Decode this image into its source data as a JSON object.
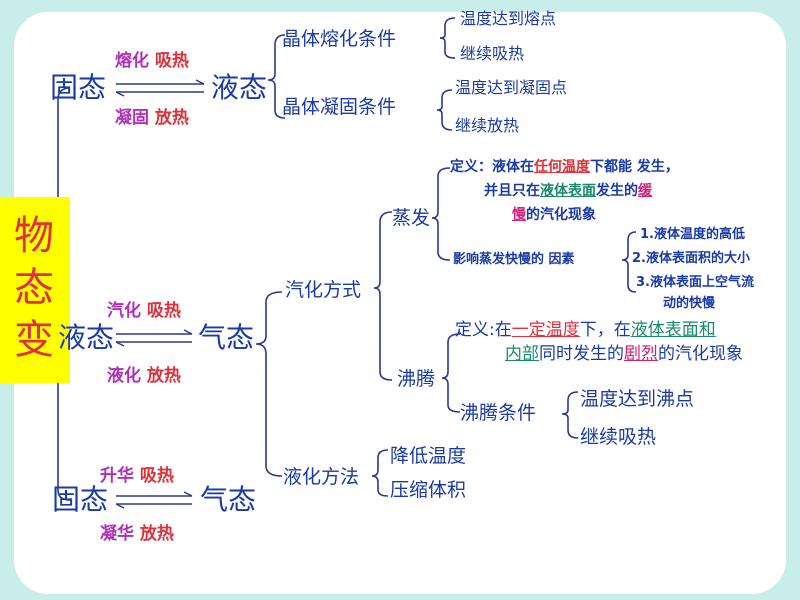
{
  "title": "物态变",
  "row1": {
    "left": "固态",
    "right": "液态",
    "top_process": "熔化",
    "top_effect": "吸热",
    "bottom_process": "凝固",
    "bottom_effect": "放热",
    "cond1_title": "晶体熔化条件",
    "cond1_items": [
      "温度达到熔点",
      "继续吸热"
    ],
    "cond2_title": "晶体凝固条件",
    "cond2_items": [
      "温度达到凝固点",
      "继续放热"
    ]
  },
  "row2": {
    "left": "液态",
    "right": "气态",
    "top_process": "汽化",
    "top_effect": "吸热",
    "bottom_process": "液化",
    "bottom_effect": "放热",
    "vaporization": {
      "label": "汽化方式",
      "evaporation": {
        "label": "蒸发",
        "def_prefix": "定义：液体在",
        "def_hl1": "任何温度",
        "def_mid1": "下都能 发生，",
        "def_line2_prefix": "并且只在",
        "def_hl2": "液体表面",
        "def_mid2": "发生的",
        "def_hl3a": "缓",
        "def_hl3b": "慢",
        "def_suffix": "的汽化现象",
        "factors_label": "影响蒸发快慢的 因素",
        "factors": [
          "1.液体温度的高低",
          "2.液体表面积的大小",
          "3.液体表面上空气流",
          "动的快慢"
        ]
      },
      "boiling": {
        "label": "沸腾",
        "def_prefix": "定义:在",
        "def_hl1": "一定温度",
        "def_mid1": "下，在",
        "def_hl2": "液体表面和",
        "def_hl3": "内部",
        "def_mid2": "同时发生的",
        "def_hl4": "剧烈",
        "def_suffix": "的汽化现象",
        "cond_label": "沸腾条件",
        "cond_items": [
          "温度达到沸点",
          "继续吸热"
        ]
      }
    },
    "liquefaction": {
      "label": "液化方法",
      "items": [
        "降低温度",
        "压缩体积"
      ]
    }
  },
  "row3": {
    "left": "固态",
    "right": "气态",
    "top_process": "升华",
    "top_effect": "吸热",
    "bottom_process": "凝华",
    "bottom_effect": "放热"
  }
}
